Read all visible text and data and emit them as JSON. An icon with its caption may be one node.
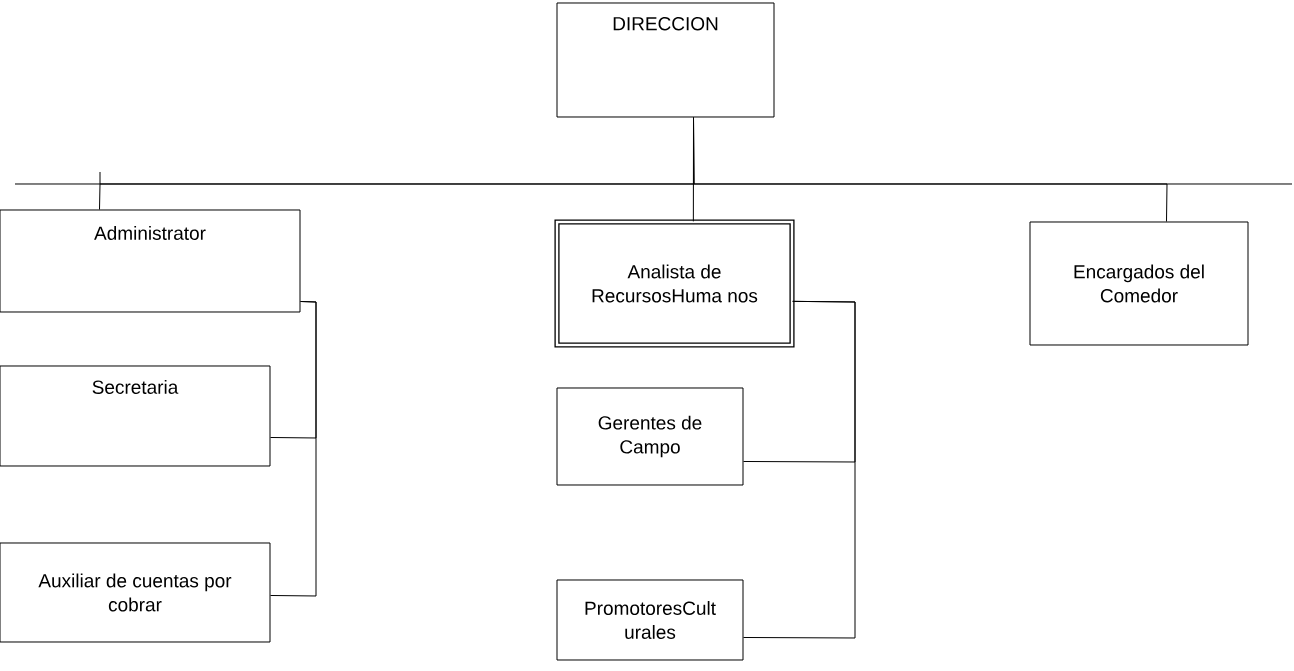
{
  "diagram": {
    "nodes": [
      {
        "text": [
          "DIRECCION"
        ]
      },
      {
        "text": [
          "Administrator"
        ]
      },
      {
        "text": [
          "Secretaria"
        ]
      },
      {
        "text": [
          "Auxiliar de cuentas por cobrar"
        ]
      },
      {
        "text": [
          "Analista de RecursosHuma nos"
        ]
      },
      {
        "text": [
          "Gerentes de Campo"
        ]
      },
      {
        "text": [
          "PromotoresCult urales"
        ]
      },
      {
        "text": [
          "Encargados del Comedor"
        ]
      }
    ],
    "edges": [
      {
        "from": 0,
        "to": 1,
        "arrow": "none"
      },
      {
        "from": 0,
        "to": 4,
        "arrow": "none"
      },
      {
        "from": 0,
        "to": 7,
        "arrow": "none"
      },
      {
        "from": 1,
        "to": 2,
        "arrow": "none"
      },
      {
        "from": 1,
        "to": 3,
        "arrow": "none"
      },
      {
        "from": 4,
        "to": 5,
        "arrow": "none"
      },
      {
        "from": 4,
        "to": 6,
        "arrow": "none"
      }
    ]
  }
}
